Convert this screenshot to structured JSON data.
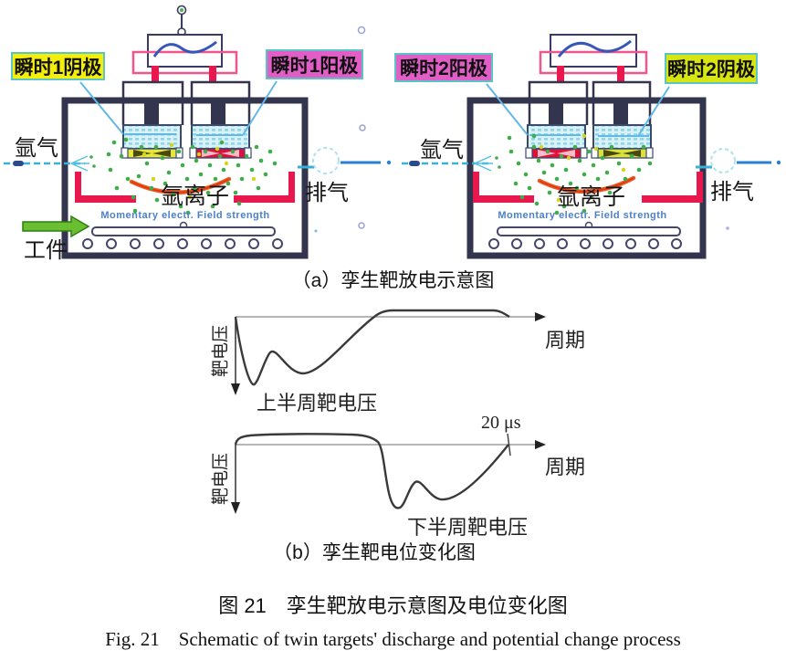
{
  "figure": {
    "caption_zh": "图 21　孪生靶放电示意图及电位变化图",
    "caption_en": "Fig. 21    Schematic of twin targets' discharge and potential change process"
  },
  "panel_a": {
    "caption": "（a）孪生靶放电示意图",
    "diagram_left": {
      "label_cathode": "瞬时1阴极",
      "label_anode": "瞬时1阳极",
      "gas_inlet": "氩气",
      "exhaust": "排气",
      "ions": "氩离子",
      "field_strength": "Momentary electr. Field strength",
      "workpiece": "工件"
    },
    "diagram_right": {
      "label_anode": "瞬时2阳极",
      "label_cathode": "瞬时2阴极",
      "gas_inlet": "氩气",
      "exhaust": "排气",
      "ions": "氩离子",
      "field_strength": "Momentary electr. Field strength"
    }
  },
  "panel_b": {
    "caption": "（b）孪生靶电位变化图",
    "plot_top": {
      "y_axis": "靶电压",
      "x_axis": "周期",
      "curve_label": "上半周靶电压"
    },
    "plot_bottom": {
      "y_axis": "靶电压",
      "x_axis": "周期",
      "curve_label": "下半周靶电压",
      "period_mark": "20 μs"
    }
  },
  "colors": {
    "cathode_label_bg_left": "#f3ee0a",
    "cathode_label_bg_right": "#d9e511",
    "anode_label_bg": "#e05ec6",
    "label_border": "#5cc4c4",
    "chamber_wall": "#33344e",
    "red_parts": "#e8174d",
    "discharge_arc": "#ef5a24",
    "ion_dots_green": "#3fae4a",
    "ion_dots_yellow": "#d4d418",
    "wire_pink": "#f2548c",
    "wire_cyan": "#62b8e8",
    "sine_blue": "#3558b8",
    "field_text_blue": "#4a80cc",
    "workpiece_arrow_green": "#6abf30"
  },
  "chart_data": [
    {
      "type": "line",
      "title": "上半周靶电压",
      "xlabel": "周期",
      "ylabel": "靶电压",
      "description": "Target voltage in first half cycle: sharp negative spike, partial recovery bump, second shallow dip, gradual return to a slightly positive plateau, back to zero at cycle end.",
      "points_normalized": [
        [
          0,
          0
        ],
        [
          0.06,
          -1.0
        ],
        [
          0.12,
          -0.52
        ],
        [
          0.23,
          -0.82
        ],
        [
          0.46,
          0
        ],
        [
          0.52,
          0.09
        ],
        [
          0.88,
          0.09
        ],
        [
          0.92,
          0
        ]
      ]
    },
    {
      "type": "line",
      "title": "下半周靶电压",
      "xlabel": "周期",
      "ylabel": "靶电压",
      "period_mark": "20 μs",
      "description": "Target voltage in second half cycle: small positive plateau first, then sharp negative spike, recovery bump, second shallow dip, gradual return to zero at 20 μs.",
      "points_normalized": [
        [
          0,
          0
        ],
        [
          0.04,
          0.15
        ],
        [
          0.42,
          0.15
        ],
        [
          0.5,
          -0.05
        ],
        [
          0.56,
          -1.0
        ],
        [
          0.63,
          -0.42
        ],
        [
          0.71,
          -0.85
        ],
        [
          0.95,
          0
        ]
      ]
    }
  ]
}
